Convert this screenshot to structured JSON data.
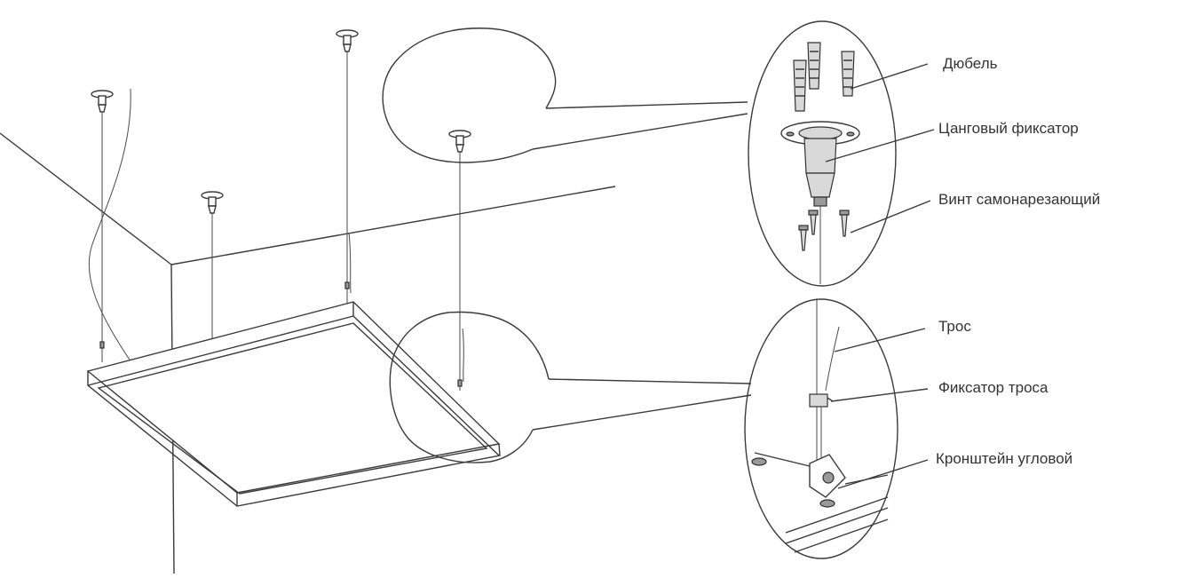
{
  "labels": {
    "dowel": "Дюбель",
    "collet_lock": "Цанговый фиксатор",
    "self_tapping_screw": "Винт самонарезающий",
    "cable": "Трос",
    "cable_lock": "Фиксатор троса",
    "corner_bracket": "Кронштейн угловой"
  },
  "colors": {
    "line": "#3a3a3a",
    "text": "#333333",
    "background": "#ffffff"
  }
}
